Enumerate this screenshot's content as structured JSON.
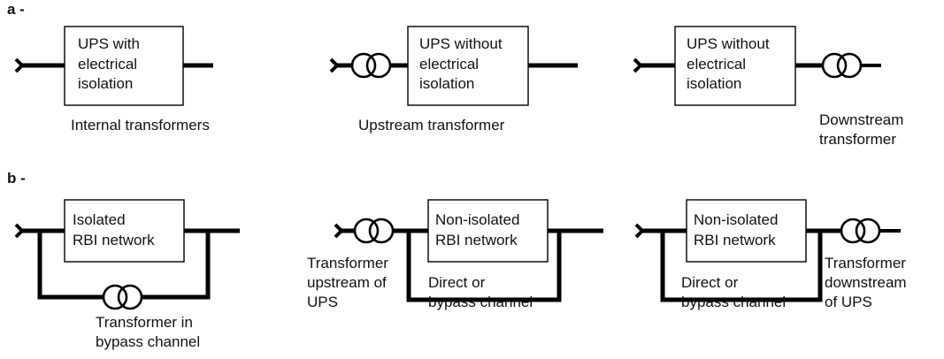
{
  "section_a_label": "a -",
  "section_b_label": "b -",
  "row_a": {
    "box1_text": "UPS with\nelectrical\nisolation",
    "caption1": "Internal transformers",
    "box2_text": "UPS without\nelectrical\nisolation",
    "caption2": "Upstream transformer",
    "box3_text": "UPS without\nelectrical\nisolation",
    "caption3": "Downstream\ntransformer"
  },
  "row_b": {
    "box1_text": "Isolated\nRBI network",
    "caption1": "Transformer in\nbypass channel",
    "box2_text": "Non-isolated\nRBI network",
    "caption2_left": "Transformer\nupstream of\nUPS",
    "caption2_bypass": "Direct or\nbypass channel",
    "box3_text": "Non-isolated\nRBI network",
    "caption3_right": "Transformer\ndownstream\nof UPS",
    "caption3_bypass": "Direct or\nbypass channel"
  }
}
